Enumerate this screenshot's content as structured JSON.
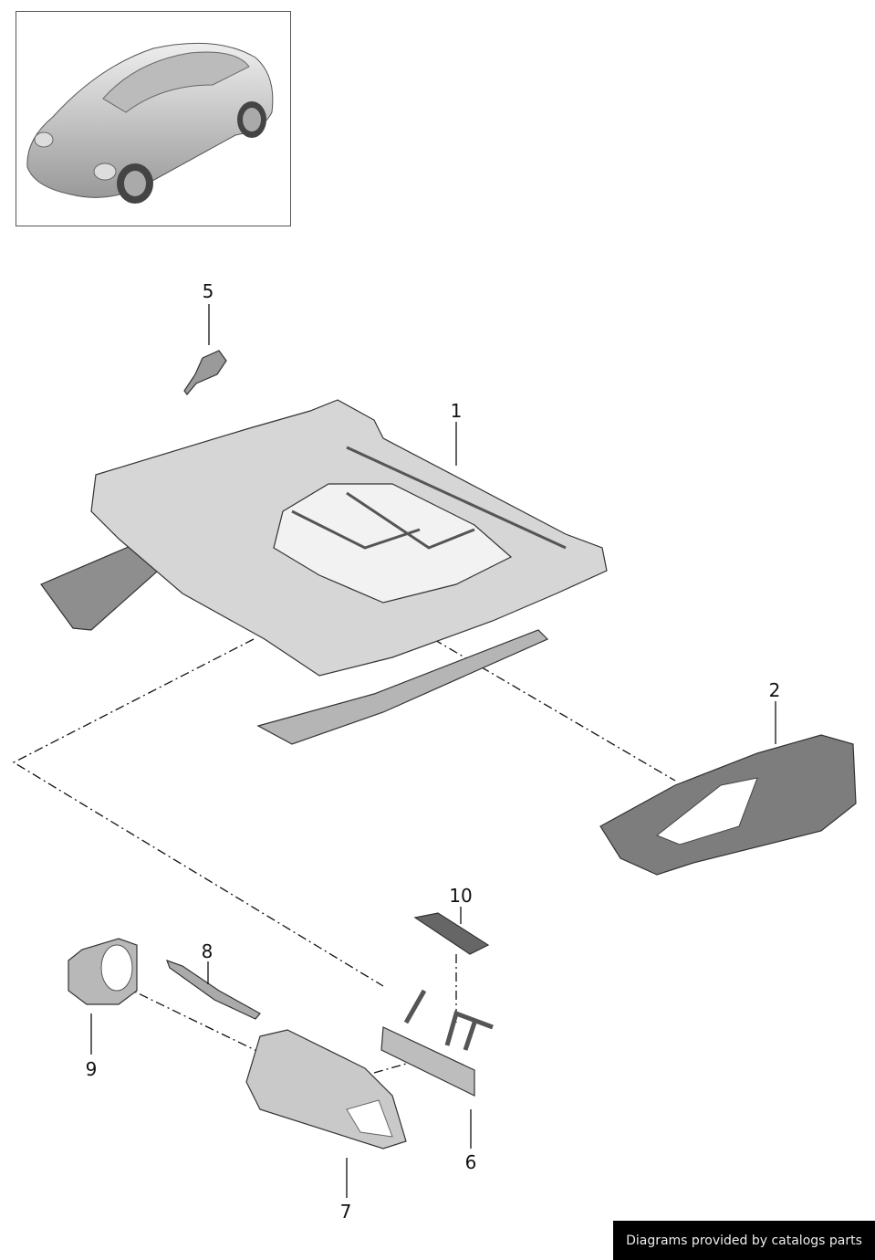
{
  "callouts": {
    "c1": "1",
    "c2": "2",
    "c5": "5",
    "c6": "6",
    "c7": "7",
    "c8": "8",
    "c9": "9",
    "c10": "10"
  },
  "footer": {
    "text": "Diagrams provided by catalogs parts"
  },
  "colors": {
    "part_fill": "#d4d4d4",
    "part_dark": "#8a8a8a",
    "footer_bg": "#000000"
  }
}
